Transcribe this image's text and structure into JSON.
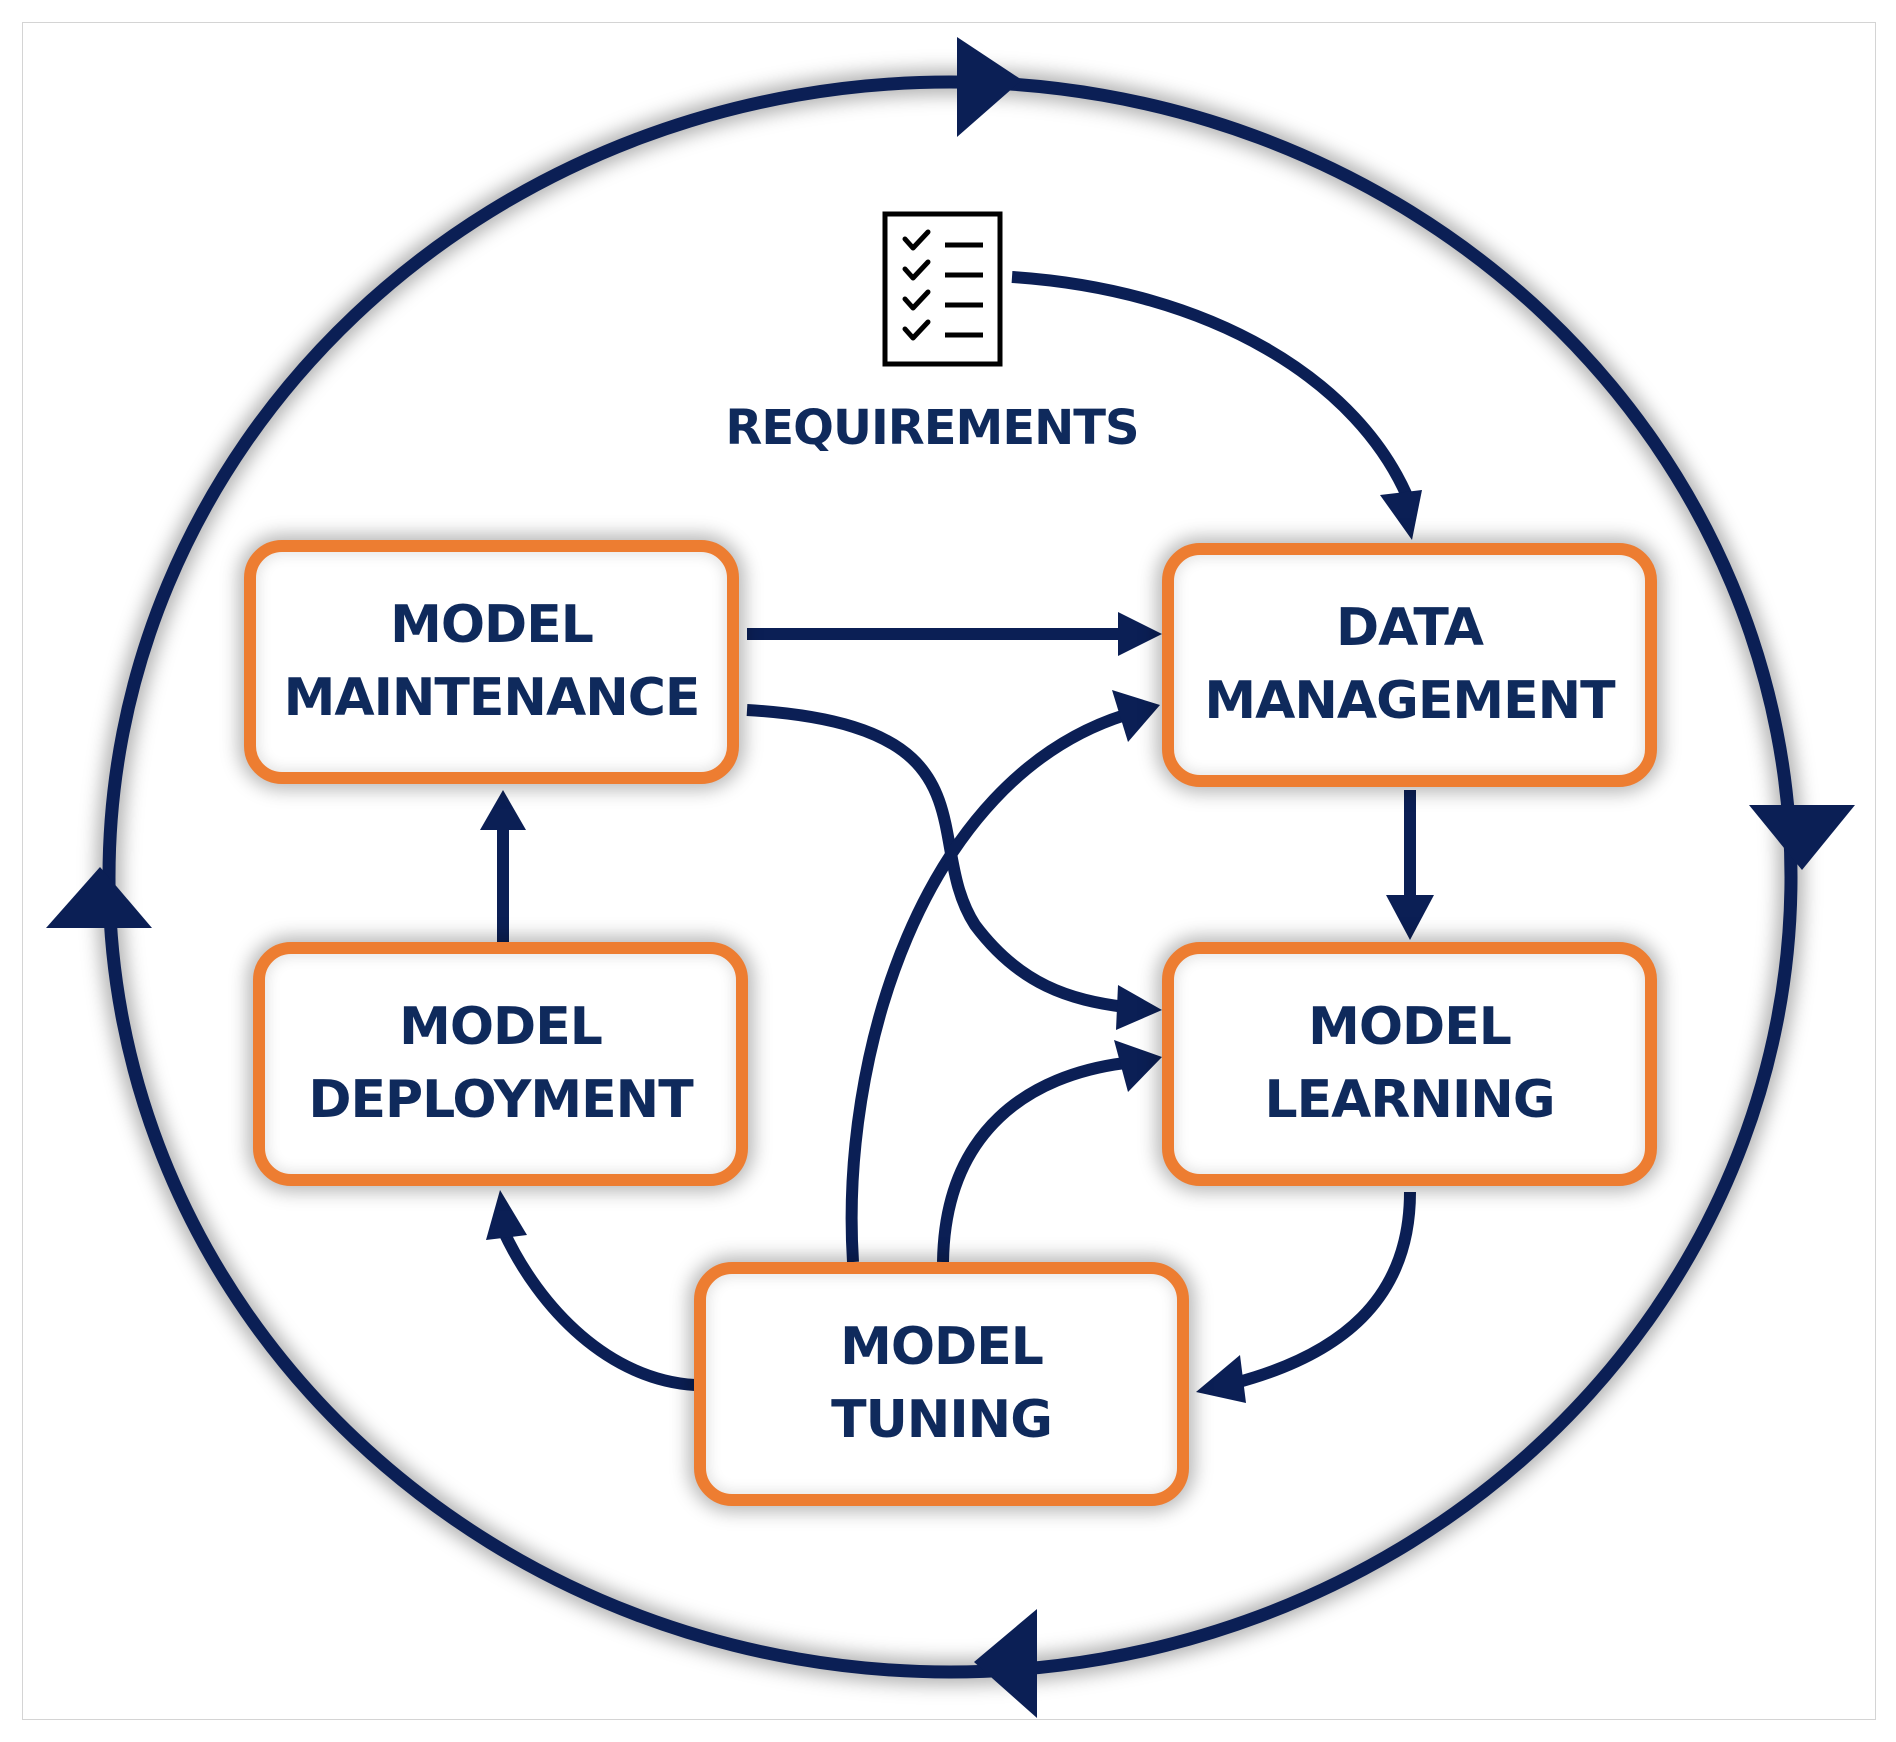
{
  "colors": {
    "arrow": "#0b1f55",
    "box_border": "#ed7d31",
    "text": "#0f2a5c"
  },
  "requirements": {
    "label": "REQUIREMENTS",
    "icon": "checklist-icon"
  },
  "nodes": {
    "maintenance": {
      "line1": "MODEL",
      "line2": "MAINTENANCE"
    },
    "data": {
      "line1": "DATA",
      "line2": "MANAGEMENT"
    },
    "deployment": {
      "line1": "MODEL",
      "line2": "DEPLOYMENT"
    },
    "learning": {
      "line1": "MODEL",
      "line2": "LEARNING"
    },
    "tuning": {
      "line1": "MODEL",
      "line2": "TUNING"
    }
  }
}
